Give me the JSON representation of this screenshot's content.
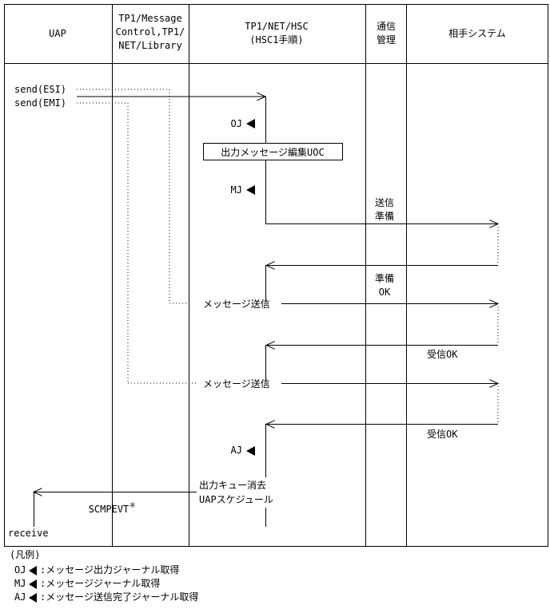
{
  "columns": [
    {
      "id": "uap",
      "lines": [
        "UAP"
      ]
    },
    {
      "id": "msgctl",
      "lines": [
        "TP1/Message",
        "Control,TP1/",
        "NET/Library"
      ]
    },
    {
      "id": "hsc",
      "lines": [
        "TP1/NET/HSC",
        "(HSC1手順)"
      ]
    },
    {
      "id": "comm",
      "lines": [
        "通信",
        "管理"
      ]
    },
    {
      "id": "remote",
      "lines": [
        "相手システム"
      ]
    }
  ],
  "labels": {
    "send_esi": "send(ESI)",
    "send_emi": "send(EMI)",
    "oj": "OJ",
    "mj": "MJ",
    "aj": "AJ",
    "uoc_box": "出力メッセージ編集UOC",
    "send_prep": [
      "送信",
      "準備"
    ],
    "prep_ok": [
      "準備",
      "OK"
    ],
    "msg_send_1": "メッセージ送信",
    "msg_send_2": "メッセージ送信",
    "recv_ok_1": "受信OK",
    "recv_ok_2": "受信OK",
    "queue_clear": [
      "出力キュー消去",
      "UAPスケジュール"
    ],
    "scmpevt": "SCMPEVT",
    "scmpevt_mark": "※",
    "receive": "receive"
  },
  "legend": {
    "title": "(凡例)",
    "items": [
      {
        "code": "OJ",
        "text": ":メッセージ出力ジャーナル取得"
      },
      {
        "code": "MJ",
        "text": ":メッセージジャーナル取得"
      },
      {
        "code": "AJ",
        "text": ":メッセージ送信完了ジャーナル取得"
      }
    ]
  }
}
